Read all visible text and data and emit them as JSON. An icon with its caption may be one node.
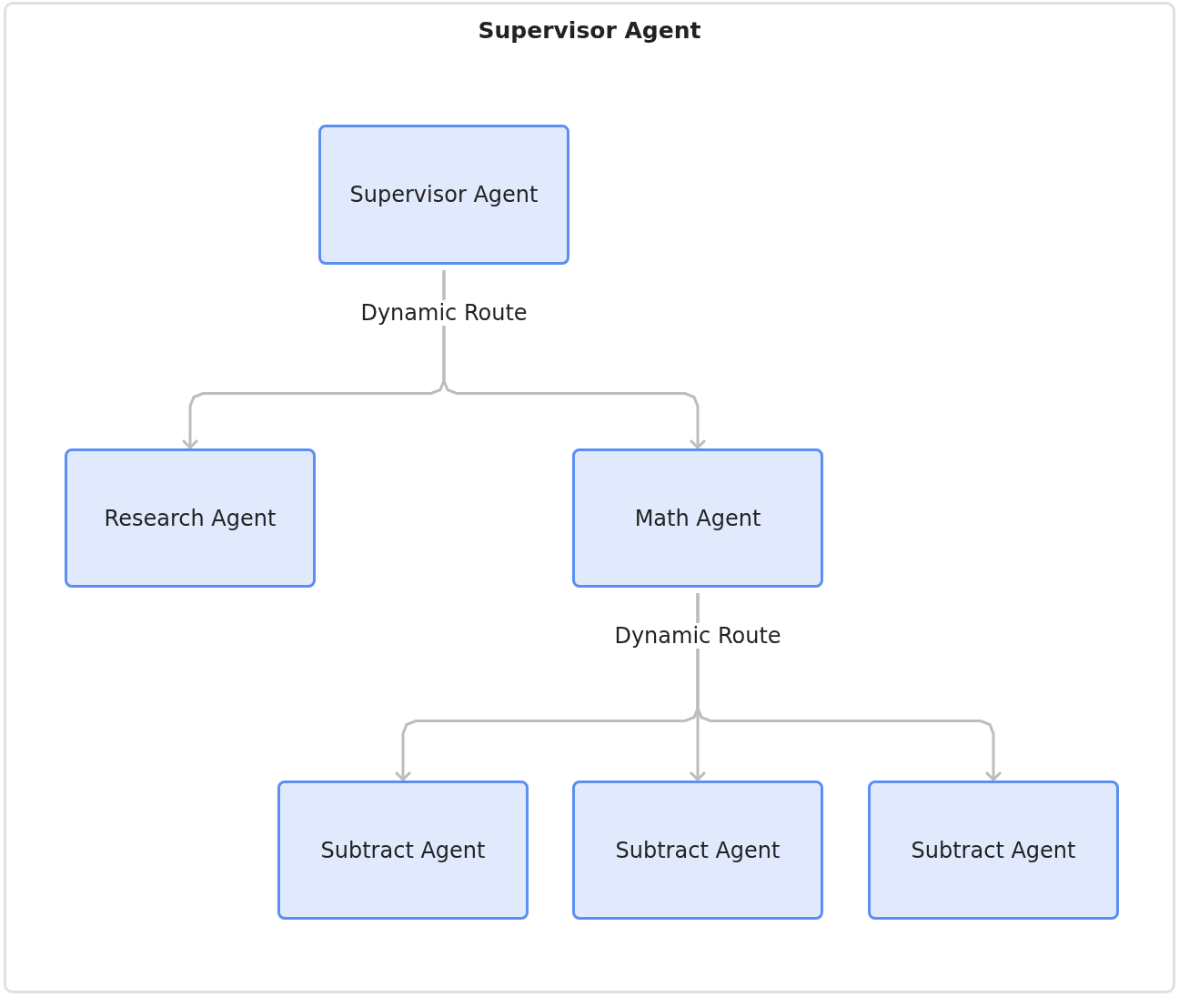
{
  "diagram": {
    "nodes": [
      {
        "text": [
          "Supervisor Agent"
        ]
      },
      {
        "text": [
          "Supervisor Agent"
        ],
        "in": 0
      },
      {
        "text": [
          "Research Agent"
        ],
        "in": 0
      },
      {
        "text": [
          "Math Agent"
        ],
        "in": 0
      },
      {
        "text": [
          "Subtract Agent"
        ],
        "in": 0
      },
      {
        "text": [
          "Subtract Agent"
        ],
        "in": 0
      },
      {
        "text": [
          "Subtract Agent"
        ],
        "in": 0
      }
    ],
    "edges": [
      {
        "from": 1,
        "to": 2,
        "arrow": "to",
        "label": "Dynamic Route"
      },
      {
        "from": 1,
        "to": 3,
        "arrow": "to"
      },
      {
        "from": 3,
        "to": 4,
        "arrow": "to",
        "label": "Dynamic Route"
      },
      {
        "from": 3,
        "to": 5,
        "arrow": "to"
      },
      {
        "from": 3,
        "to": 6,
        "arrow": "to"
      }
    ]
  }
}
